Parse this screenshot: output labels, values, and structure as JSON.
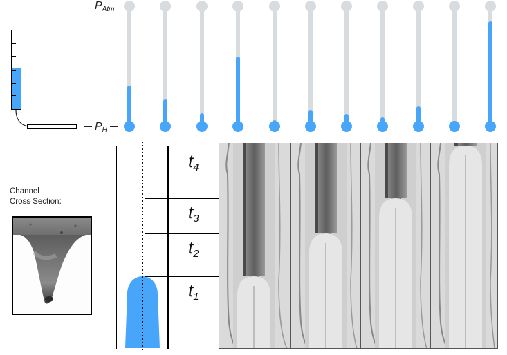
{
  "labels": {
    "p_atm_main": "P",
    "p_atm_sub": "Atm",
    "p_h_main": "P",
    "p_h_sub": "H",
    "caption_line1": "Channel",
    "caption_line2": "Cross Section:"
  },
  "colors": {
    "fluid_blue": "#47a5fa",
    "track_gray": "#d8dcdf"
  },
  "reservoir": {
    "fill_fraction": 0.53,
    "tick_count": 5
  },
  "pressure_gauges": [
    {
      "id": 1,
      "fill_fraction": 0.35
    },
    {
      "id": 2,
      "fill_fraction": 0.23
    },
    {
      "id": 3,
      "fill_fraction": 0.11
    },
    {
      "id": 4,
      "fill_fraction": 0.6
    },
    {
      "id": 5,
      "fill_fraction": 0.05
    },
    {
      "id": 6,
      "fill_fraction": 0.14
    },
    {
      "id": 7,
      "fill_fraction": 0.1
    },
    {
      "id": 8,
      "fill_fraction": 0.07
    },
    {
      "id": 9,
      "fill_fraction": 0.17
    },
    {
      "id": 10,
      "fill_fraction": 0.0
    },
    {
      "id": 11,
      "fill_fraction": 0.91
    }
  ],
  "time_steps": [
    {
      "main": "t",
      "sub": "4"
    },
    {
      "main": "t",
      "sub": "3"
    },
    {
      "main": "t",
      "sub": "2"
    },
    {
      "main": "t",
      "sub": "1"
    }
  ],
  "micrograph_frames": [
    {
      "id": 1,
      "time": "t1"
    },
    {
      "id": 2,
      "time": "t2"
    },
    {
      "id": 3,
      "time": "t3"
    },
    {
      "id": 4,
      "time": "t4"
    }
  ]
}
